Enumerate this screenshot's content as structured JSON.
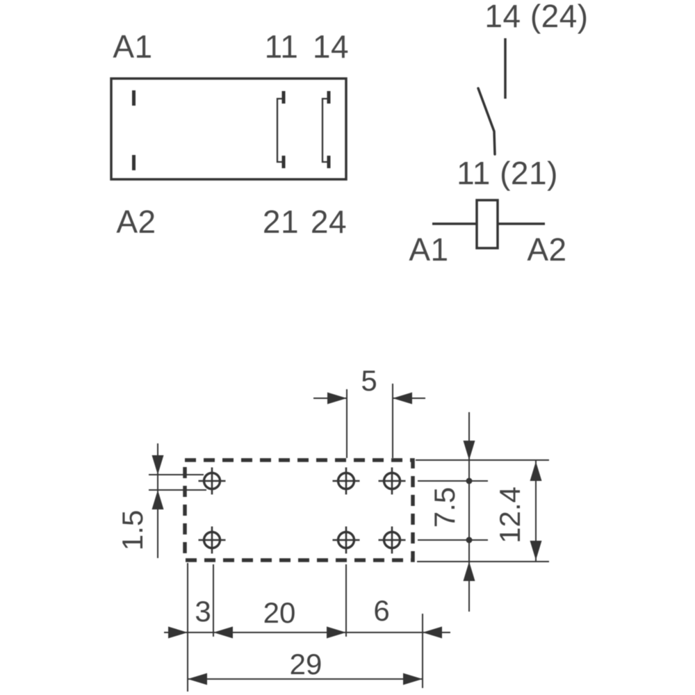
{
  "colors": {
    "line": "#343434",
    "text": "#484848",
    "background": "#ffffff"
  },
  "pin_view": {
    "description": "relay top view with pin positions",
    "labels": {
      "coil_top": "A1",
      "contact_col1_top": "11",
      "contact_col2_top": "14",
      "coil_bottom": "A2",
      "contact_col1_bottom": "21",
      "contact_col2_bottom": "24"
    }
  },
  "schematic": {
    "description": "contact and coil wiring diagram",
    "labels": {
      "no_terminal": "14 (24)",
      "common_terminal": "11 (21)",
      "coil_left": "A1",
      "coil_right": "A2"
    }
  },
  "drilling_plan": {
    "description": "PCB drilling plan with dimensions in mm",
    "dimensions": {
      "contact_pin_spacing": "5",
      "hole_diameter": "1.5",
      "row_spacing": "7.5",
      "body_width": "12.4",
      "edge_to_first_pin": "3",
      "coil_to_contact_spacing": "20",
      "contact_to_edge": "6",
      "body_length": "29"
    }
  }
}
